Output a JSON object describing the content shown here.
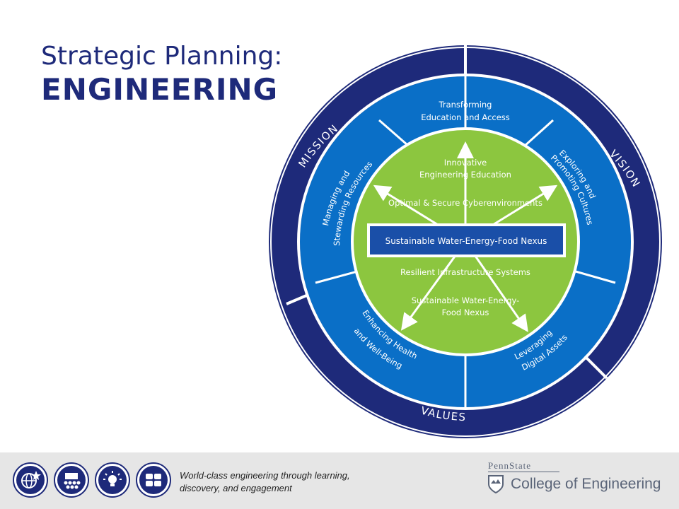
{
  "title": {
    "line1": "Strategic Planning:",
    "line2": "ENGINEERING"
  },
  "outer_ring": {
    "mission": "MISSION",
    "vision": "VISION",
    "values": "VALUES"
  },
  "middle_ring": {
    "transforming": [
      "Transforming",
      "Education and Access"
    ],
    "exploring": [
      "Exploring and",
      "Promoting Cultures"
    ],
    "leveraging": [
      "Leveraging",
      "Digital Assets"
    ],
    "enhancing": [
      "Enhancing Health",
      "and Well-Being"
    ],
    "managing": [
      "Managing and",
      "Stewarding Resources"
    ]
  },
  "core": {
    "innovative": [
      "Innovative",
      "Engineering Education"
    ],
    "optimal": "Optimal & Secure Cyberenvironments",
    "highlight": "Sustainable Water-Energy-Food Nexus",
    "resilient": "Resilient Infrastructure Systems",
    "sustainable": [
      "Sustainable Water-Energy-",
      "Food Nexus"
    ]
  },
  "footer": {
    "tagline_line1": "World-class engineering through learning,",
    "tagline_line2": "discovery, and engagement",
    "brand_top": "PennState",
    "brand_name": "College of Engineering",
    "icons": [
      "globe-star-icon",
      "crowd-icon",
      "lightbulb-icon",
      "hands-icon"
    ]
  },
  "colors": {
    "navy": "#1e2a7a",
    "blue": "#0a6fc7",
    "green": "#8cc63f",
    "footer_bg": "#e6e6e6"
  }
}
